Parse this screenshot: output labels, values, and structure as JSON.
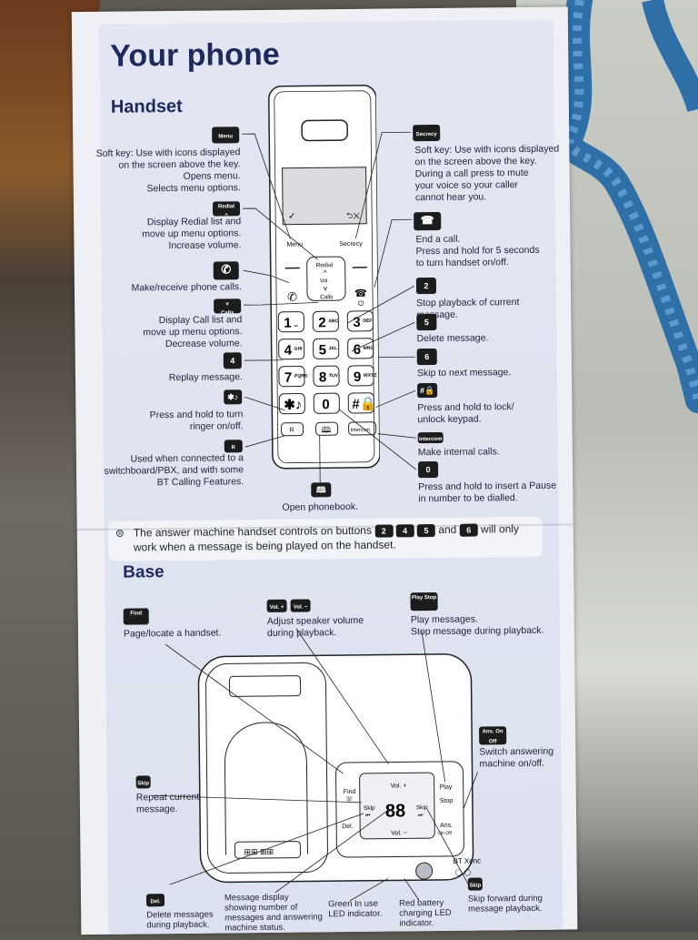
{
  "title": "Your phone",
  "handset": {
    "heading": "Handset",
    "left": [
      {
        "key": "Menu",
        "lines": [
          "Soft key: Use with icons displayed",
          "on the screen above the key.",
          "Opens menu.",
          "Selects menu options."
        ]
      },
      {
        "key": "Redial",
        "lines": [
          "Display Redial list and",
          "move up menu options.",
          "Increase volume."
        ]
      },
      {
        "key": "call-icon",
        "lines": [
          "Make/receive phone calls."
        ]
      },
      {
        "key": "Calls",
        "lines": [
          "Display Call list and",
          "move up menu options.",
          "Decrease volume."
        ]
      },
      {
        "key": "4",
        "lines": [
          "Replay message."
        ]
      },
      {
        "key": "*",
        "lines": [
          "Press and hold to turn",
          "ringer on/off."
        ]
      },
      {
        "key": "R",
        "lines": [
          "Used when connected to a",
          "switchboard/PBX, and with some",
          "BT Calling Features."
        ]
      }
    ],
    "right": [
      {
        "key": "Secrecy",
        "lines": [
          "Soft key: Use with icons displayed",
          "on the screen above the key.",
          "During a call press to mute",
          "your voice so your caller",
          "cannot hear you."
        ]
      },
      {
        "key": "end-call-icon",
        "lines": [
          "End a call.",
          "Press and hold for 5 seconds",
          "to turn handset on/off."
        ]
      },
      {
        "key": "2",
        "lines": [
          "Stop playback of current message."
        ]
      },
      {
        "key": "5",
        "lines": [
          "Delete message."
        ]
      },
      {
        "key": "6",
        "lines": [
          "Skip to next message."
        ]
      },
      {
        "key": "#",
        "lines": [
          "Press and hold to lock/",
          "unlock keypad."
        ]
      },
      {
        "key": "Intercom",
        "lines": [
          "Make internal calls."
        ]
      },
      {
        "key": "0",
        "lines": [
          "Press and hold to insert a Pause",
          "in number to be dialled."
        ]
      }
    ],
    "bottom": {
      "key": "phonebook-icon",
      "label": "Open phonebook."
    },
    "device": {
      "menu": "Menu",
      "secrecy": "Secrecy",
      "redial": "Redial",
      "vol": "Vol.",
      "calls": "Calls",
      "keys": [
        [
          "1",
          "2",
          "3"
        ],
        [
          "4",
          "5",
          "6"
        ],
        [
          "7",
          "8",
          "9"
        ],
        [
          "*",
          "0",
          "#"
        ]
      ],
      "subs": [
        [
          "",
          "ABC",
          "DEF"
        ],
        [
          "GHI",
          "JKL",
          "MNO"
        ],
        [
          "PQRS",
          "TUV",
          "WXYZ"
        ],
        [
          "",
          "",
          ""
        ]
      ],
      "bottom_keys": [
        "R",
        "",
        "Intercom"
      ]
    }
  },
  "note": {
    "line1": "The answer machine handset controls on buttons",
    "keys": [
      "2",
      "4",
      "5"
    ],
    "and": "and",
    "key_last": "6",
    "line1_end": "will only",
    "line2": "work when a message is being played on the handset."
  },
  "base": {
    "heading": "Base",
    "labels": {
      "find_key": "Find",
      "find": "Page/locate a handset.",
      "vol_keys": [
        "Vol. +",
        "Vol. −"
      ],
      "vol": [
        "Adjust speaker volume",
        "during playback."
      ],
      "play_key": "Play Stop",
      "play": [
        "Play messages.",
        "Stop message during playback."
      ],
      "ans_key": "Ans. On Off",
      "ans": [
        "Switch answering",
        "machine on/off."
      ],
      "skip_back_key": "Skip",
      "skip_back": [
        "Repeat current",
        "message."
      ],
      "del_key": "Del.",
      "del": [
        "Delete messages",
        "during playback."
      ],
      "display": [
        "Message display",
        "showing number of",
        "messages and answering",
        "machine status."
      ],
      "green": [
        "Green In use",
        "LED indicator."
      ],
      "red": [
        "Red battery",
        "charging LED",
        "indicator."
      ],
      "skip_fwd_key": "Skip",
      "skip_fwd": [
        "Skip forward during",
        "message playback."
      ]
    },
    "device": {
      "find": "Find",
      "vol_plus": "Vol. +",
      "vol_minus": "Vol. −",
      "play": "Play",
      "stop": "Stop",
      "skip": "Skip",
      "del": "Del.",
      "ans": "Ans.",
      "onoff": "On Off",
      "display": "88",
      "brand": "BT Xenon"
    }
  },
  "colors": {
    "heading": "#1f2a5c",
    "ink": "#1d2233",
    "key": "#1c1c1c",
    "panel": "#e2e6f2"
  }
}
